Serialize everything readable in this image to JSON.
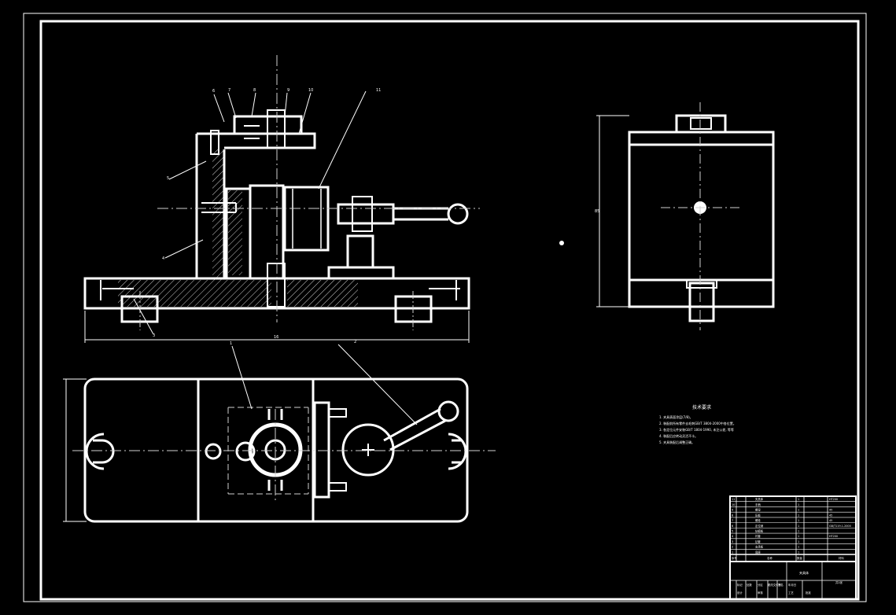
{
  "drawing": {
    "background": "#000000",
    "line_color": "#ffffff",
    "accent_line": "#cccccc"
  },
  "front_view": {
    "leader_labels": [
      "6",
      "7",
      "8",
      "9",
      "10",
      "11",
      "5",
      "4",
      "3"
    ],
    "dimension_overall": "16"
  },
  "plan_view": {
    "leader_labels": [
      "1",
      "2"
    ]
  },
  "side_view": {
    "dimension_height": "85"
  },
  "technical_requirements": {
    "title": "技术要求",
    "lines": [
      "1. 夹具表面涂层(7/8)。",
      "2. 装配前所有零件去毛刺GB/T 3804-2000中各位置。",
      "3. 各定位元件安装GB/T 1804-1990, 未注公差, 等等",
      "4. 装配后应转动灵活不卡。",
      "5. 夹具装配后调整正确。"
    ]
  },
  "title_block": {
    "parts_list_rows": [
      [
        "11",
        "夹具体",
        "1",
        "HT200"
      ],
      [
        "10",
        "手柄",
        "1",
        ""
      ],
      [
        "9",
        "螺母",
        "1",
        "45"
      ],
      [
        "8",
        "压板",
        "1",
        "45"
      ],
      [
        "7",
        "螺栓",
        "1",
        "45"
      ],
      [
        "6",
        "定位销",
        "1",
        "GB/T119.1-2000"
      ],
      [
        "5",
        "钻模板",
        "1",
        ""
      ],
      [
        "4",
        "衬套",
        "1",
        "HT200"
      ],
      [
        "3",
        "钻套",
        "1",
        ""
      ],
      [
        "2",
        "支承板",
        "1",
        ""
      ],
      [
        "1",
        "底座",
        "1",
        ""
      ]
    ],
    "header_cells": [
      "序号",
      "名称",
      "数量",
      "材料"
    ],
    "drawing_name": "夹具体",
    "sheet_note": "共1张",
    "bottom_cells": [
      "标记",
      "处数",
      "分区",
      "更改文件号",
      "签名",
      "年月日"
    ],
    "approval_cells": [
      "设计",
      "审核",
      "工艺",
      "批准"
    ]
  }
}
